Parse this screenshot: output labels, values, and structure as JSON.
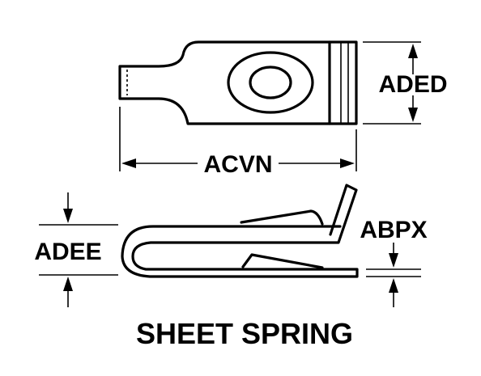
{
  "labels": {
    "length": "ACVN",
    "width": "ADED",
    "opening": "ADEE",
    "thickness": "ABPX"
  },
  "title": "SHEET SPRING"
}
